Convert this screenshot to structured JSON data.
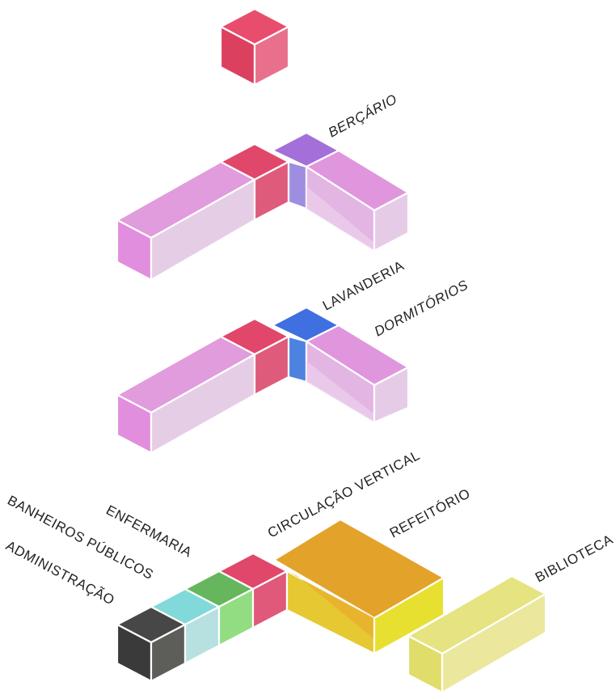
{
  "labels": {
    "bercario": "BERÇÁRIO",
    "lavanderia": "LAVANDERIA",
    "dormitorios": "DORMITÓRIOS",
    "circulacao_vertical": "CIRCULAÇÃO VERTICAL",
    "enfermaria": "ENFERMARIA",
    "refeitorio": "REFEITÓRIO",
    "banheiros_publicos": "BANHEIROS PÚBLICOS",
    "administracao": "ADMINISTRAÇÃO",
    "biblioteca": "BIBLIOTECA"
  },
  "colors": {
    "circulation": "#e0476a",
    "dormitories": "#e292dc",
    "nursery": "#a46fd9",
    "laundry": "#3f6fe0",
    "nursing": "#66b65e",
    "public_bathrooms": "#82d9d9",
    "administration": "#454545",
    "dining": "#e3a229",
    "library": "#e6e381"
  }
}
